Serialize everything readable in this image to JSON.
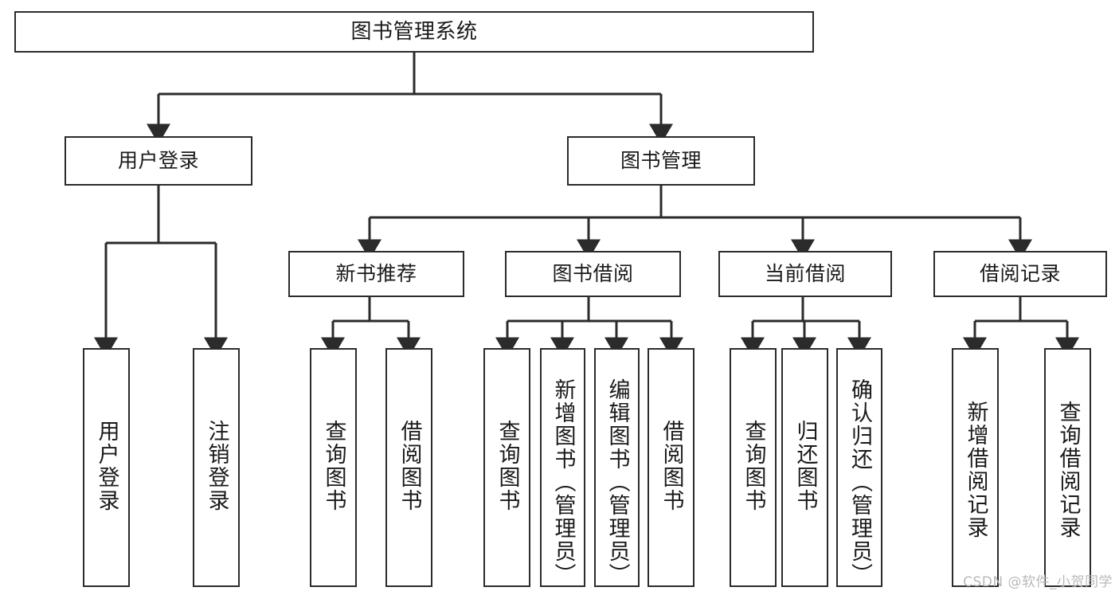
{
  "diagram": {
    "title": "图书管理系统",
    "type": "tree-hierarchy-diagram",
    "colors": {
      "stroke": "#2b2b2b",
      "fill": "#ffffff",
      "text": "#1a1a1a",
      "watermark": "#b9b9b9"
    },
    "nodes": {
      "root": {
        "label": "图书管理系统"
      },
      "level2": [
        {
          "label": "用户登录"
        },
        {
          "label": "图书管理"
        }
      ],
      "level3": [
        {
          "label": "新书推荐"
        },
        {
          "label": "图书借阅"
        },
        {
          "label": "当前借阅"
        },
        {
          "label": "借阅记录"
        }
      ],
      "leaves": [
        {
          "label": "用户登录"
        },
        {
          "label": "注销登录"
        },
        {
          "label": "查询图书"
        },
        {
          "label": "借阅图书"
        },
        {
          "label": "查询图书"
        },
        {
          "label": "新增图书（管理员）"
        },
        {
          "label": "编辑图书（管理员）"
        },
        {
          "label": "借阅图书"
        },
        {
          "label": "查询图书"
        },
        {
          "label": "归还图书"
        },
        {
          "label": "确认归还（管理员）"
        },
        {
          "label": "新增借阅记录"
        },
        {
          "label": "查询借阅记录"
        }
      ]
    },
    "watermark": "CSDN @软件_小贺同学"
  }
}
